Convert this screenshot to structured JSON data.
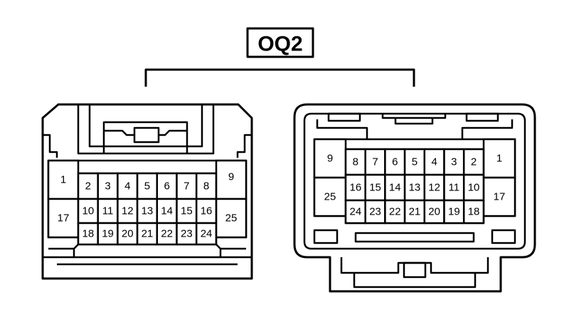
{
  "connector": {
    "title": "OQ2",
    "left_view": {
      "pins": [
        "1",
        "2",
        "3",
        "4",
        "5",
        "6",
        "7",
        "8",
        "9",
        "10",
        "11",
        "12",
        "13",
        "14",
        "15",
        "16",
        "17",
        "18",
        "19",
        "20",
        "21",
        "22",
        "23",
        "24",
        "25"
      ]
    },
    "right_view": {
      "pins": [
        "1",
        "2",
        "3",
        "4",
        "5",
        "6",
        "7",
        "8",
        "9",
        "10",
        "11",
        "12",
        "13",
        "14",
        "15",
        "16",
        "17",
        "18",
        "19",
        "20",
        "21",
        "22",
        "23",
        "24",
        "25"
      ]
    }
  }
}
